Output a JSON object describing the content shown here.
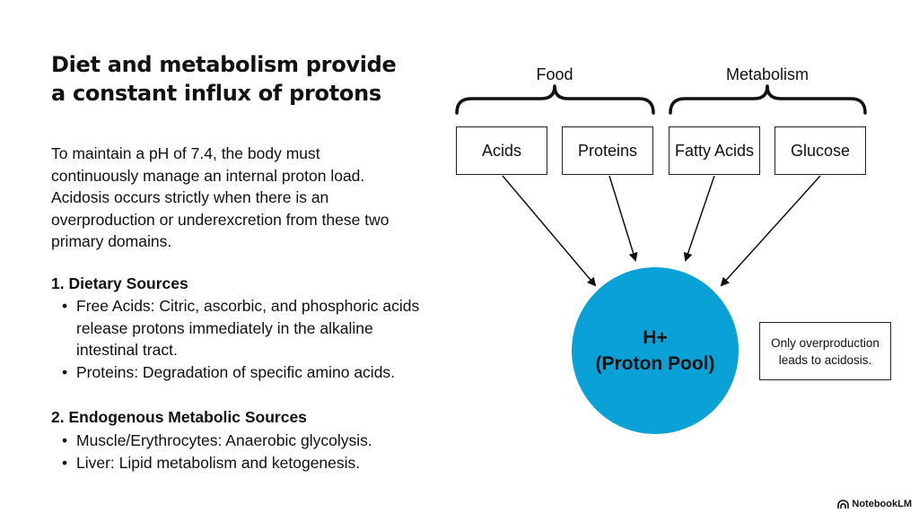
{
  "slide": {
    "title_line1": "Diet and metabolism provide",
    "title_line2": "a constant influx of protons",
    "intro": "To maintain a pH of 7.4, the body must continuously manage an internal proton load. Acidosis occurs strictly when there is an overproduction or underexcretion from these two primary domains.",
    "sections": [
      {
        "heading": "1. Dietary Sources",
        "bullets": [
          "Free Acids: Citric, ascorbic, and phosphoric acids release protons immediately in the alkaline intestinal tract.",
          "Proteins: Degradation of specific amino acids."
        ]
      },
      {
        "heading": "2. Endogenous Metabolic Sources",
        "bullets": [
          "Muscle/Erythrocytes: Anaerobic glycolysis.",
          "Liver: Lipid metabolism and ketogenesis."
        ]
      }
    ]
  },
  "diagram": {
    "groups": [
      {
        "label": "Food",
        "nodes": [
          "Acids",
          "Proteins"
        ]
      },
      {
        "label": "Metabolism",
        "nodes": [
          "Fatty Acids",
          "Glucose"
        ]
      }
    ],
    "pool_line1": "H+",
    "pool_line2": "(Proton Pool)",
    "pool_color": "#0aa2d6",
    "note": "Only overproduction leads to acidosis."
  },
  "watermark": {
    "text": "NotebookLM",
    "icon": "notebooklm-logo-icon"
  }
}
